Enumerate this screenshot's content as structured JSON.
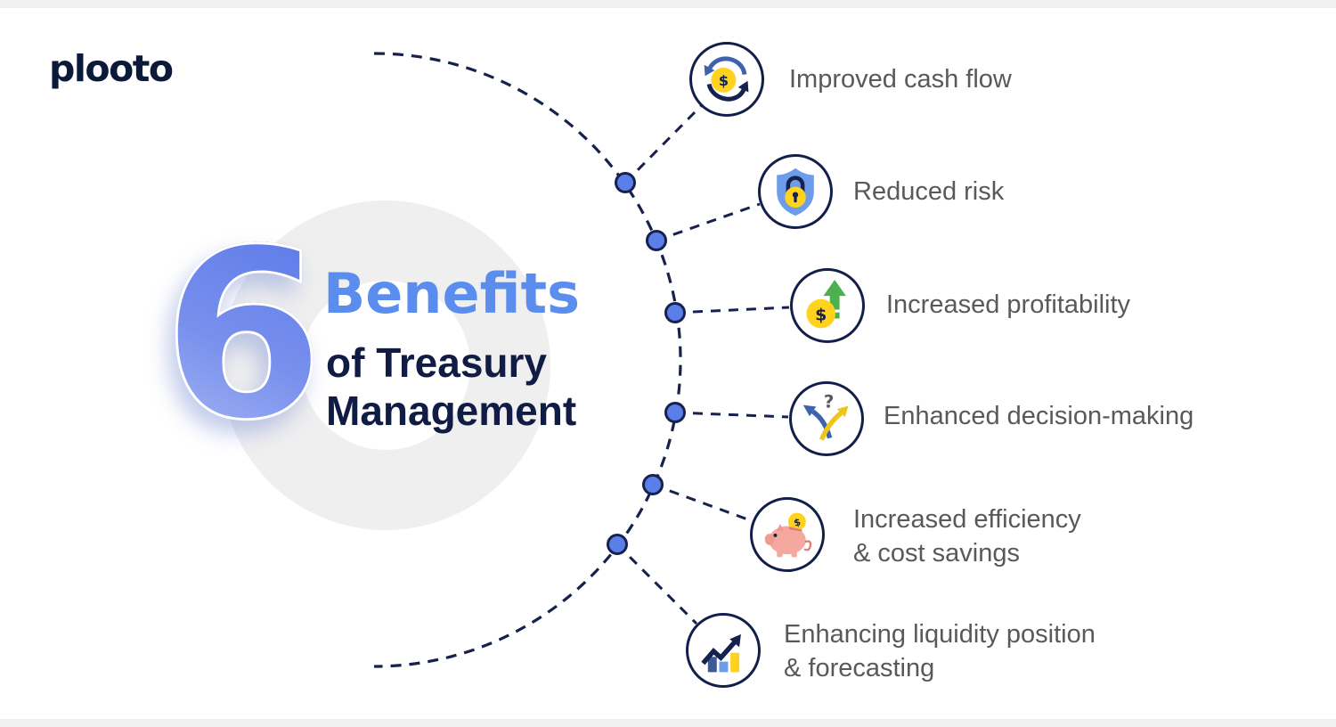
{
  "page": {
    "top_strip_color": "#f1f1f1",
    "bottom_strip_color": "#f1f1f1",
    "background_color": "#ffffff"
  },
  "logo": {
    "text": "plooto",
    "color": "#0c1a3a"
  },
  "headline": {
    "number": "6",
    "title_line1": "Benefits",
    "title_line2": "of Treasury",
    "title_line3": "Management",
    "number_color": "#6583ea",
    "accent_color": "#5b8def",
    "dark_color": "#111c44"
  },
  "glyphs": {
    "dollar": "$",
    "question": "?"
  },
  "benefits": {
    "label_color": "#58595b",
    "items": [
      {
        "label": "Improved cash flow",
        "icon": "cash-flow-cycle-icon"
      },
      {
        "label": "Reduced risk",
        "icon": "shield-lock-icon"
      },
      {
        "label": "Increased profitability",
        "icon": "coin-up-arrow-icon"
      },
      {
        "label": "Enhanced decision-making",
        "icon": "crossed-arrows-question-icon"
      },
      {
        "label": "Increased efficiency\n& cost savings",
        "icon": "piggy-bank-icon"
      },
      {
        "label": "Enhancing liquidity position\n& forecasting",
        "icon": "bar-chart-trend-icon"
      }
    ]
  },
  "diagram": {
    "arc_color": "#16214d",
    "node_fill": "#5b7fe8",
    "node_border": "#16214d",
    "ring_color": "#efefef"
  },
  "palette": {
    "navy": "#16214d",
    "medium_blue": "#3e63ad",
    "light_blue": "#6d9ceb",
    "yellow": "#ffd21e",
    "green": "#4cb04f",
    "pink": "#f5a99e",
    "dark_pink": "#e07b72",
    "gray_text": "#58595b"
  }
}
